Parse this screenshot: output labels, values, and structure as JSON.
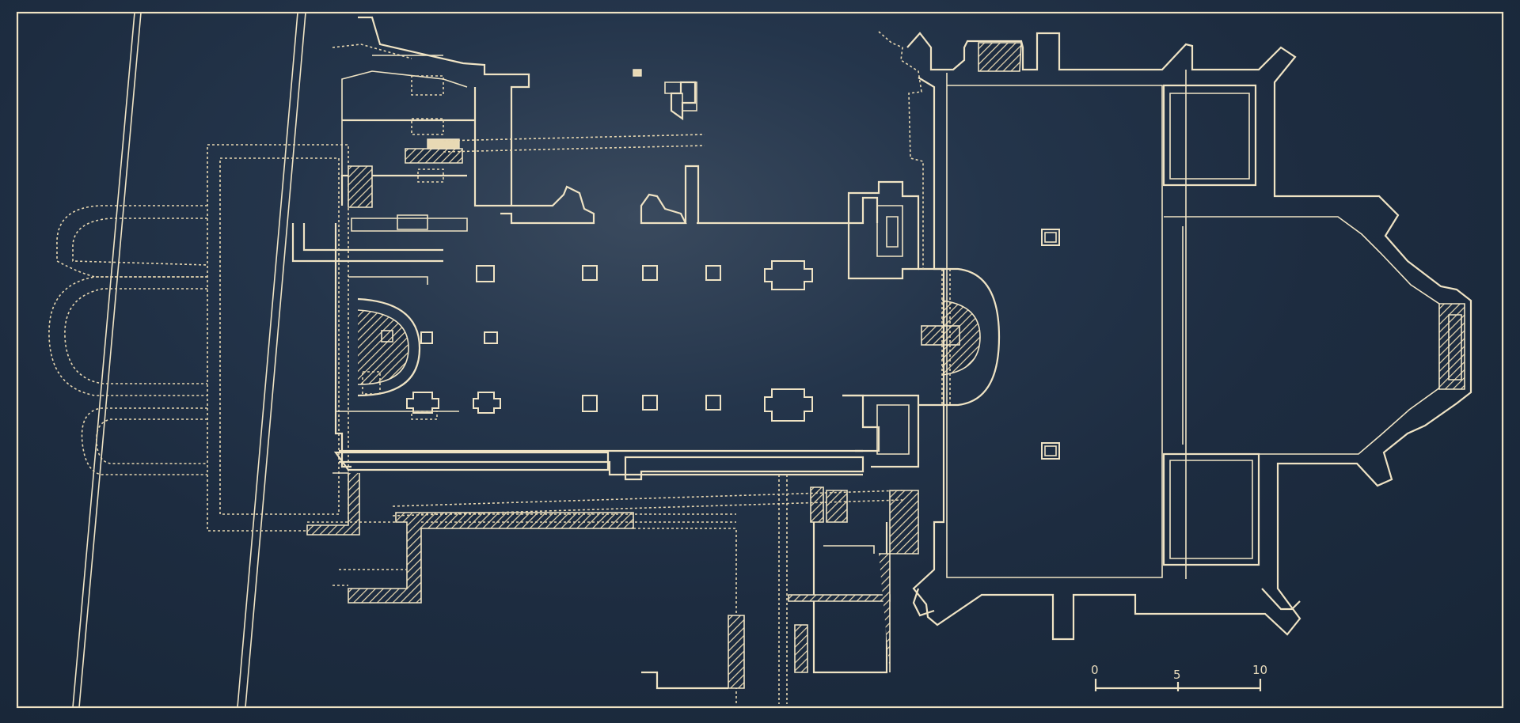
{
  "scale_bar": {
    "ticks": [
      "0",
      "5",
      "10"
    ]
  },
  "colors": {
    "background": "#1d2c40",
    "line": "#efe3c4"
  }
}
